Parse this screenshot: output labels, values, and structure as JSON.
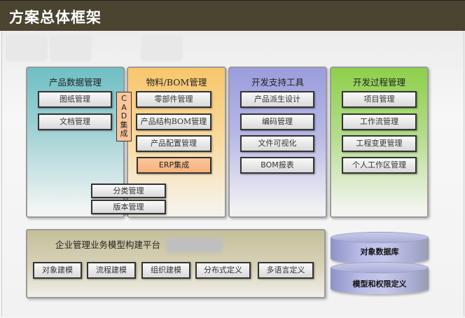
{
  "header": {
    "title": "方案总体框架"
  },
  "panels": [
    {
      "title": "产品数据管理",
      "color": "#6fbfc4",
      "items": [
        "图纸管理",
        "文档管理"
      ]
    },
    {
      "title": "物料/BOM管理",
      "color": "#f8c66c",
      "items": [
        "零部件管理",
        "产品结构BOM管理",
        "产品配置管理",
        "ERP集成"
      ]
    },
    {
      "title": "开发支持工具",
      "color": "#9b9ddd",
      "items": [
        "产品派生设计",
        "编码管理",
        "文件可视化",
        "BOM报表"
      ]
    },
    {
      "title": "开发过程管理",
      "color": "#8ed04b",
      "items": [
        "项目管理",
        "工作流管理",
        "工程变更管理",
        "个人工作区管理"
      ]
    }
  ],
  "cad_integration": {
    "lines": [
      "C",
      "A",
      "D",
      "集",
      "成"
    ]
  },
  "shared_items": [
    "分类管理",
    "版本管理"
  ],
  "platform": {
    "title": "企业管理业务模型构建平台",
    "color": "#c5bf9b",
    "items": [
      "对象建模",
      "流程建模",
      "组织建模",
      "分布式定义",
      "多语言定义"
    ]
  },
  "database": {
    "layers": [
      "对象数据库",
      "模型和权限定义"
    ],
    "color": "#b9bce6"
  }
}
